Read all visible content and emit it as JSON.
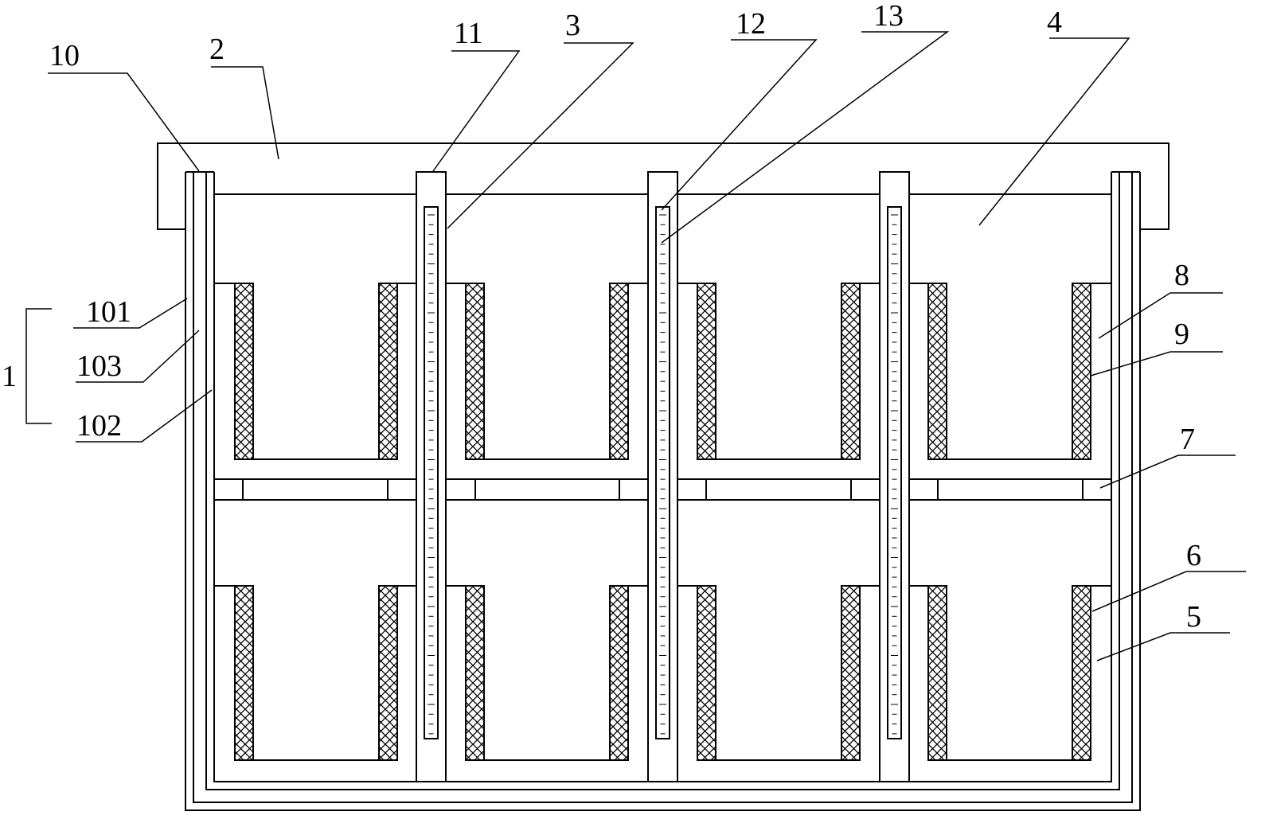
{
  "labels": {
    "l1": "1",
    "l2": "2",
    "l3": "3",
    "l4": "4",
    "l5": "5",
    "l6": "6",
    "l7": "7",
    "l8": "8",
    "l9": "9",
    "l10": "10",
    "l11": "11",
    "l12": "12",
    "l13": "13",
    "l101": "101",
    "l102": "102",
    "l103": "103"
  },
  "colors": {
    "line": "#000000",
    "background": "#ffffff"
  }
}
